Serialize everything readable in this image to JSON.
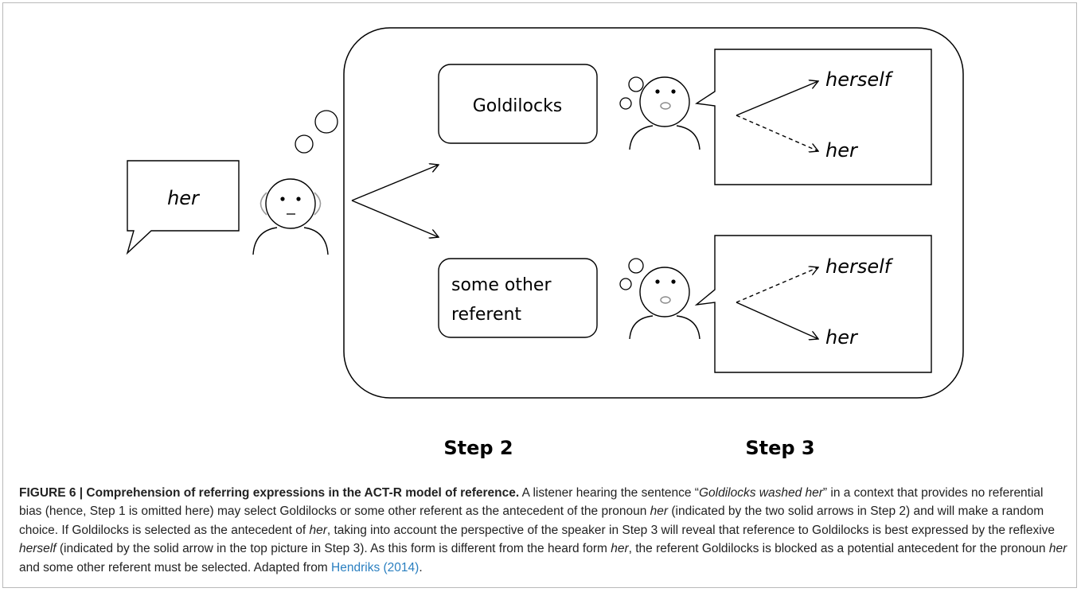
{
  "figure": {
    "speech_left": "her",
    "box_top": "Goldilocks",
    "box_bottom_line1": "some other",
    "box_bottom_line2": "referent",
    "top_right_upper": "herself",
    "top_right_lower": "her",
    "bottom_right_upper": "herself",
    "bottom_right_lower": "her",
    "step2_label": "Step 2",
    "step3_label": "Step 3"
  },
  "caption": {
    "label": "FIGURE 6 | Comprehension of referring expressions in the ACT-R model of reference.",
    "s1a": " A listener hearing the sentence “",
    "s1b": "Goldilocks washed her",
    "s1c": "” in a context that provides no referential bias (hence, Step 1 is omitted here) may select Goldilocks or some other referent as the antecedent of the pronoun ",
    "s1d": "her",
    "s1e": " (indicated by the two solid arrows in Step 2) and will make a random choice. If Goldilocks is selected as the antecedent of ",
    "s1f": "her",
    "s1g": ", taking into account the perspective of the speaker in Step 3 will reveal that reference to Goldilocks is best expressed by the reflexive ",
    "s1h": "herself",
    "s1i": " (indicated by the solid arrow in the top picture in Step 3). As this form is different from the heard form ",
    "s1j": "her",
    "s1k": ", the referent Goldilocks is blocked as a potential antecedent for the pronoun ",
    "s1l": "her",
    "s1m": " and some other referent must be selected. Adapted from ",
    "ref_link": "Hendriks (2014)",
    "s1n": "."
  }
}
